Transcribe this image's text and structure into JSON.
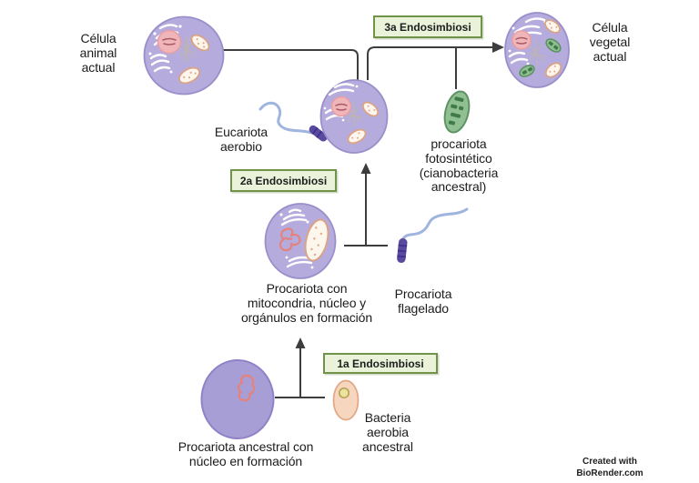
{
  "diagram": {
    "badges": {
      "step1": "1a Endosimbiosi",
      "step2": "2a Endosimbiosi",
      "step3": "3a Endosimbiosi"
    },
    "labels": {
      "animal_cell": "Célula\nanimal\nactual",
      "vegetal_cell": "Célula\nvegetal\nactual",
      "eucariota": "Eucariota\naerobio",
      "cianobacteria": "procariota\nfotosintético\n(cianobacteria\nancestral)",
      "middle_cell": "Procariota con\nmitocondria, núcleo y\norgánulos en formación",
      "flagelado": "Procariota\nflagelado",
      "ancestral": "Procariota ancestral con\nnúcleo en formación",
      "bacteria": "Bacteria\naerobia\nancestral"
    },
    "watermark": {
      "line1": "Created with",
      "line2": "BioRender.com"
    }
  },
  "colors": {
    "cell_fill": "#b5acdd",
    "cell_stroke": "#9a8fca",
    "ancestral_fill": "#a89ed6",
    "ancestral_stroke": "#9181c7",
    "nucleus_fill": "#f0b5b8",
    "nucleus_stroke": "#e79fa5",
    "mito_fill": "#fdf6ed",
    "mito_stroke": "#d9a386",
    "chloroplast_fill": "#90bf93",
    "chloroplast_stroke": "#5e9363",
    "chloroplast_dark": "#3f7a47",
    "flagellum": "#9fb4de",
    "flagellate_body": "#5a4a9e",
    "badge_fill": "#eaf2da",
    "badge_stroke": "#6f9348",
    "arrow": "#3d3d3d",
    "red_outline": "#e4827c",
    "bacteria_fill": "#f7d6bf",
    "bacteria_stroke": "#e2a987",
    "text": "#1c1c1c"
  }
}
